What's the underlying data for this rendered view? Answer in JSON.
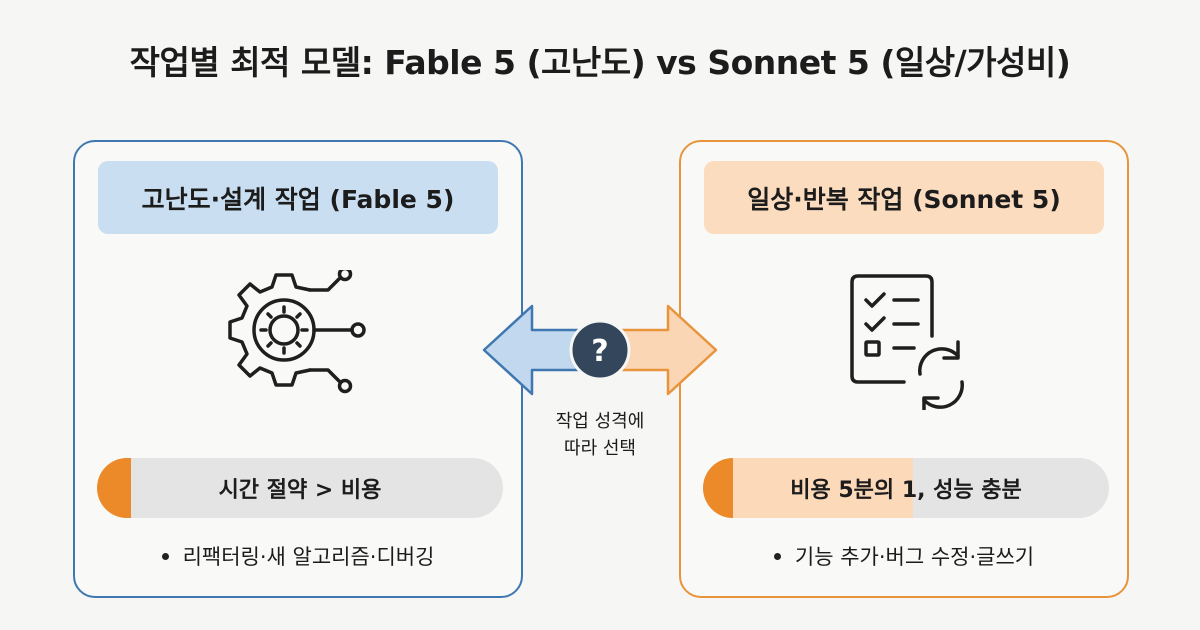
{
  "title": "작업별 최적 모델: Fable 5 (고난도) vs Sonnet 5 (일상/가성비)",
  "left_card": {
    "heading": "고난도·설계 작업 (Fable 5)",
    "icon": "gear-network-icon",
    "bar_label": "시간 절약 > 비용",
    "bullet": "리팩터링·새 알고리즘·디버깅",
    "accent": "#3f78b0"
  },
  "right_card": {
    "heading": "일상·반복 작업 (Sonnet 5)",
    "icon": "checklist-refresh-icon",
    "bar_label": "비용 5분의 1, 성능 충분",
    "bullet": "기능 추가·버그 수정·글쓰기",
    "accent": "#e8943d"
  },
  "center": {
    "icon": "question-icon",
    "question_mark": "?",
    "caption_line1": "작업 성격에",
    "caption_line2": "따라 선택"
  }
}
